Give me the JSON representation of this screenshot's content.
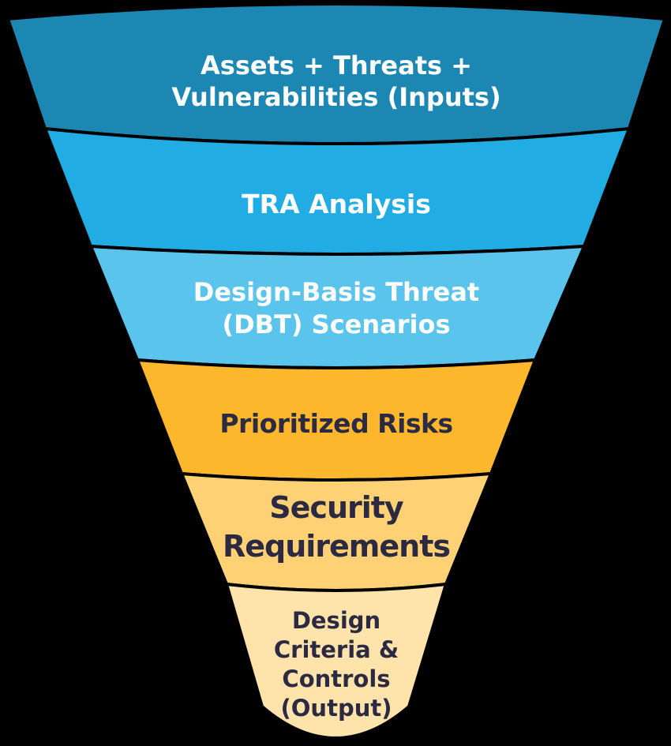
{
  "background_color": "#000000",
  "funnel": {
    "levels": [
      {
        "label": "Assets + Threats +\nVulnerabilities (Inputs)",
        "color": "#1d87b4",
        "text_color": "#ffffff"
      },
      {
        "label": "TRA Analysis",
        "color": "#21ace3",
        "text_color": "#ffffff"
      },
      {
        "label": "Design-Basis Threat\n(DBT) Scenarios",
        "color": "#5ac4ed",
        "text_color": "#ffffff"
      },
      {
        "label": "Prioritized Risks",
        "color": "#fdb72d",
        "text_color": "#2b2a42"
      },
      {
        "label": "Security\nRequirements",
        "color": "#fed174",
        "text_color": "#2b2a42"
      },
      {
        "label": "Design\nCriteria &\nControls\n(Output)",
        "color": "#fee3aa",
        "text_color": "#2b2a42"
      }
    ]
  }
}
